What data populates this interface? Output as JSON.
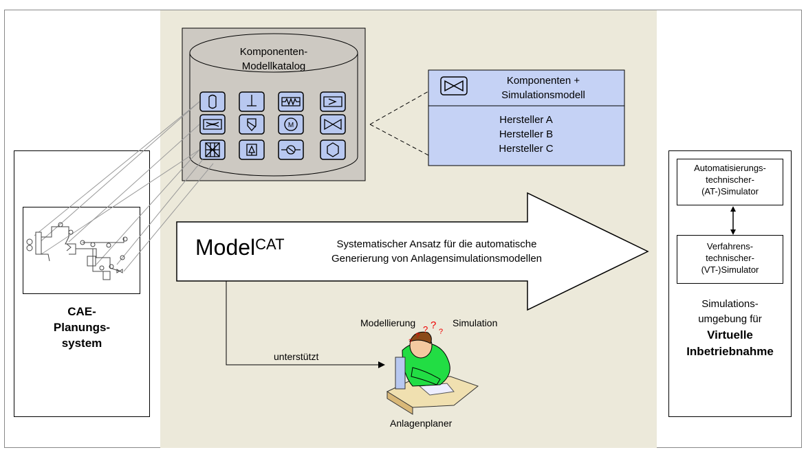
{
  "catalog": {
    "title_line1": "Komponenten-",
    "title_line2": "Modellkatalog",
    "icons": [
      "vessel-icon",
      "valve-stem-icon",
      "heat-exchanger-icon",
      "filter-icon",
      "mixer-icon",
      "shield-valve-icon",
      "motor-icon",
      "butterfly-valve-icon",
      "grid-icon",
      "funnel-icon",
      "check-valve-icon",
      "hexagon-icon"
    ]
  },
  "detail_box": {
    "header_line1": "Komponenten +",
    "header_line2": "Simulationsmodell",
    "manufacturers": [
      "Hersteller A",
      "Hersteller B",
      "Hersteller C"
    ]
  },
  "cae": {
    "line1": "CAE-",
    "line2": "Planungs-",
    "line3": "system"
  },
  "arrow": {
    "model_main": "Model",
    "model_sup": "CAT",
    "desc_line1": "Systematischer Ansatz für die automatische",
    "desc_line2": "Generierung von Anlagensimulationsmodellen"
  },
  "planner": {
    "label_modeling": "Modellierung",
    "label_simulation": "Simulation",
    "supports_label": "unterstützt",
    "caption": "Anlagenplaner"
  },
  "simulator": {
    "at_line1": "Automatisierungs-",
    "at_line2": "technischer-",
    "at_line3": "(AT-)Simulator",
    "vt_line1": "Verfahrens-",
    "vt_line2": "technischer-",
    "vt_line3": "(VT-)Simulator",
    "env_line1": "Simulations-",
    "env_line2": "umgebung für",
    "env_line3": "Virtuelle",
    "env_line4": "Inbetriebnahme"
  },
  "colors": {
    "beige": "#ece9da",
    "catalog_fill": "#cdc9c2",
    "icon_fill": "#b8c8f0",
    "detail_fill": "#c5d2f5",
    "person_green": "#22dd44"
  }
}
